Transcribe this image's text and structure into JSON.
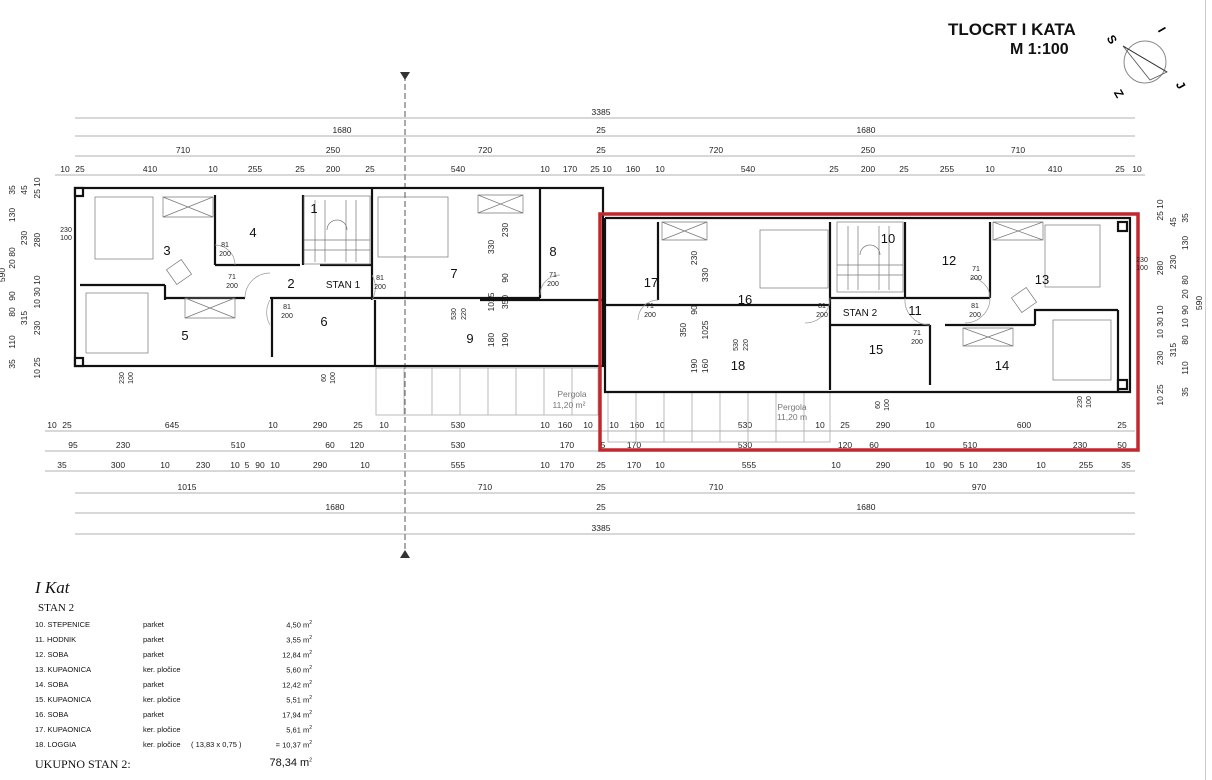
{
  "header": {
    "title": "TLOCRT I KATA",
    "scale": "M 1:100"
  },
  "compass": {
    "labels": [
      "S",
      "I",
      "J",
      "Z"
    ]
  },
  "colors": {
    "highlight": "#c0282d",
    "walls": "#111111",
    "lines": "#999999"
  },
  "dimensions": {
    "top": [
      [
        "3385"
      ],
      [
        "1680",
        "25",
        "1680"
      ],
      [
        "710",
        "250",
        "720",
        "25",
        "720",
        "250",
        "710"
      ],
      [
        "10",
        "25",
        "410",
        "10",
        "255",
        "25",
        "200",
        "25",
        "540",
        "10",
        "170",
        "25",
        "10",
        "160",
        "10",
        "540",
        "25",
        "200",
        "25",
        "255",
        "10",
        "410",
        "25",
        "10"
      ]
    ],
    "bottom": [
      [
        "10",
        "25",
        "645",
        "10",
        "290",
        "25",
        "10",
        "530",
        "10",
        "160",
        "10",
        "10",
        "160",
        "10",
        "530",
        "10",
        "25",
        "290",
        "10",
        "600",
        "25"
      ],
      [
        "95",
        "230",
        "510",
        "60",
        "120",
        "530",
        "170",
        "5",
        "170",
        "530",
        "120",
        "60",
        "510",
        "230",
        "50"
      ],
      [
        "35",
        "300",
        "10",
        "230",
        "10",
        "5",
        "90",
        "10",
        "290",
        "10",
        "555",
        "10",
        "170",
        "25",
        "170",
        "10",
        "555",
        "10",
        "290",
        "10",
        "90",
        "5",
        "10",
        "230",
        "10",
        "255",
        "35"
      ],
      [
        "1015",
        "710",
        "25",
        "710",
        "970"
      ],
      [
        "1680",
        "25",
        "1680"
      ],
      [
        "3385"
      ]
    ],
    "left": [
      "35",
      "45",
      "25 10",
      "130",
      "230",
      "280",
      "80",
      "20",
      "590",
      "10 30 10",
      "90",
      "315",
      "80",
      "230",
      "110",
      "35",
      "10 25"
    ],
    "right": [
      "25 10",
      "45",
      "35",
      "130",
      "230",
      "280",
      "80",
      "20",
      "590",
      "10 30 10",
      "90",
      "10",
      "315",
      "80",
      "230",
      "110",
      "35",
      "10 25"
    ],
    "interior": [
      "330",
      "230",
      "90",
      "1025",
      "350",
      "180",
      "190",
      "530",
      "220",
      "230",
      "330",
      "90",
      "1025",
      "350",
      "190",
      "160",
      "530",
      "220"
    ]
  },
  "openings": {
    "doors": [
      "81",
      "200",
      "71",
      "200",
      "81",
      "200",
      "81",
      "200",
      "71",
      "200",
      "71",
      "200",
      "81",
      "200",
      "71",
      "200",
      "81",
      "200",
      "71",
      "200",
      "81",
      "200",
      "71",
      "200"
    ],
    "windows": [
      "230",
      "100",
      "230",
      "100",
      "60",
      "100",
      "230",
      "100",
      "230",
      "100",
      "60",
      "100"
    ]
  },
  "rooms": [
    "1",
    "2",
    "3",
    "4",
    "5",
    "6",
    "7",
    "8",
    "9",
    "10",
    "11",
    "12",
    "13",
    "14",
    "15",
    "16",
    "17",
    "18"
  ],
  "units": [
    "STAN 1",
    "STAN 2"
  ],
  "pergola": {
    "label": "Pergola",
    "area_left": "11,20 m²",
    "area_right": "11,20 m"
  },
  "legend": {
    "floor": "I Kat",
    "unit": "STAN 2",
    "unit_m": "m",
    "rows": [
      {
        "name": "10. STEPENICE",
        "material": "parket",
        "formula": "",
        "area": "4,50"
      },
      {
        "name": "11. HODNIK",
        "material": "parket",
        "formula": "",
        "area": "3,55"
      },
      {
        "name": "12. SOBA",
        "material": "parket",
        "formula": "",
        "area": "12,84"
      },
      {
        "name": "13. KUPAONICA",
        "material": "ker. pločice",
        "formula": "",
        "area": "5,60"
      },
      {
        "name": "14. SOBA",
        "material": "parket",
        "formula": "",
        "area": "12,42"
      },
      {
        "name": "15. KUPAONICA",
        "material": "ker. pločice",
        "formula": "",
        "area": "5,51"
      },
      {
        "name": "16. SOBA",
        "material": "parket",
        "formula": "",
        "area": "17,94"
      },
      {
        "name": "17. KUPAONICA",
        "material": "ker. pločice",
        "formula": "",
        "area": "5,61"
      },
      {
        "name": "18. LOGGIA",
        "material": "ker. pločice",
        "formula": "( 13,83 x 0,75 )",
        "area": "= 10,37"
      }
    ],
    "total_label": "UKUPNO STAN 2:",
    "total_area": "78,34"
  }
}
